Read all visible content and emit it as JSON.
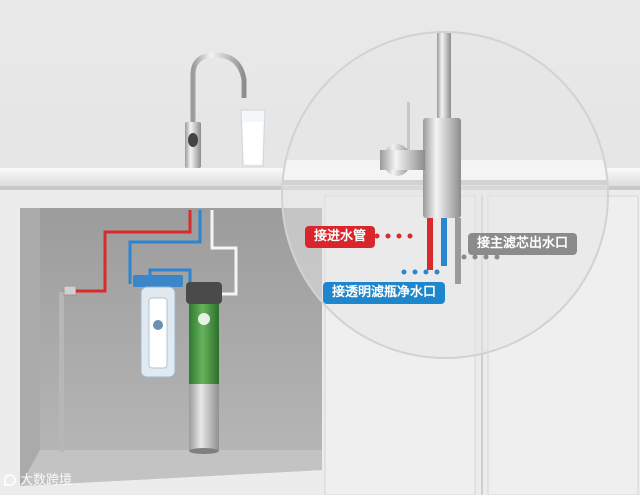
{
  "colors": {
    "hot_pipe": "#d82b2b",
    "cold_pipe": "#2b86cf",
    "purified_pipe": "#8a8a8a",
    "label_red": "#d9262a",
    "label_blue": "#1e86cc",
    "label_gray": "#8b8b8b",
    "wall": "#e4e4e4",
    "cabinet": "#f1f1f1",
    "filter_green": "#3d8f3a"
  },
  "labels": {
    "inlet": "接进水管",
    "filtered_outlet": "接透明滤瓶净水口",
    "main_outlet": "接主滤芯出水口"
  },
  "watermark": {
    "text": "大数跨境",
    "icon": "brand-mark-icon"
  }
}
